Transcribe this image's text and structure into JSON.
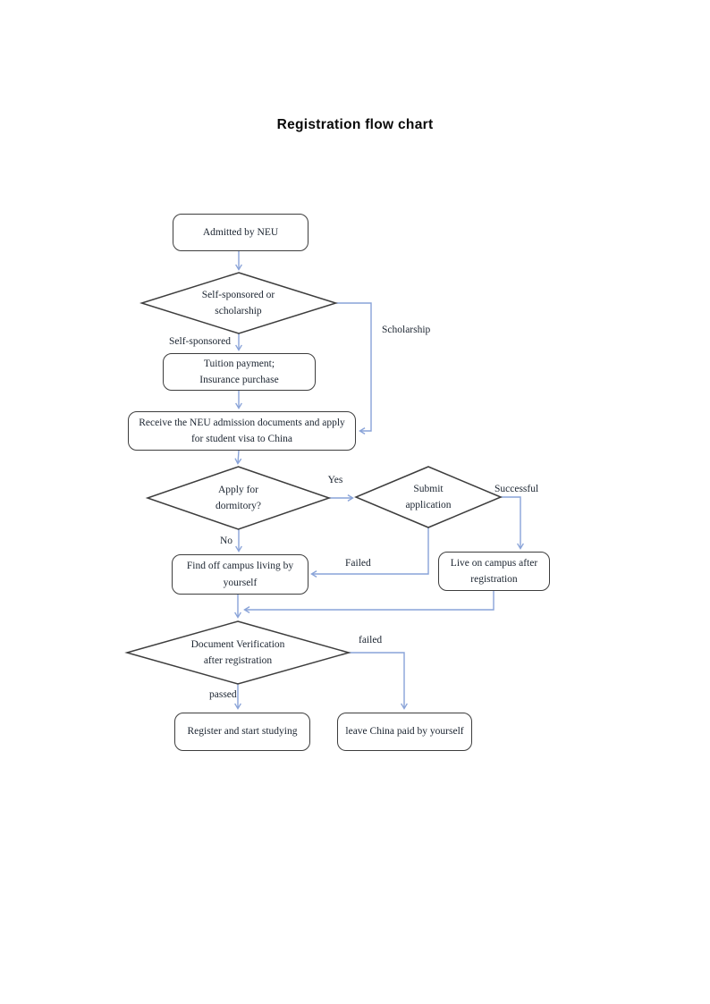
{
  "page_title": "Registration flow chart",
  "flowchart": {
    "nodes": {
      "admitted": {
        "label": "Admitted by NEU"
      },
      "sponsor_decision": {
        "label": "Self-sponsored or\nscholarship"
      },
      "tuition": {
        "label": "Tuition payment;\nInsurance purchase"
      },
      "receive_documents": {
        "label": "Receive the NEU admission documents and apply\nfor student visa to China"
      },
      "dormitory_decision": {
        "label": "Apply for\ndormitory?"
      },
      "submit_decision": {
        "label": "Submit\napplication"
      },
      "live_on_campus": {
        "label": "Live on campus after\nregistration"
      },
      "find_off_campus": {
        "label": "Find off campus living by\nyourself"
      },
      "verification_decision": {
        "label": "Document Verification\nafter registration"
      },
      "register": {
        "label": "Register and start studying"
      },
      "leave_china": {
        "label": "leave China paid by yourself"
      }
    },
    "edge_labels": {
      "self_sponsored": "Self-sponsored",
      "scholarship": "Scholarship",
      "yes": "Yes",
      "no": "No",
      "successful": "Successful",
      "failed_submit": "Failed",
      "failed_verification": "failed",
      "passed": "passed"
    },
    "colors": {
      "connector_blue": "#89a3d8",
      "shape_border": "#3d3d3d",
      "text_ink": "#1b2430"
    }
  }
}
